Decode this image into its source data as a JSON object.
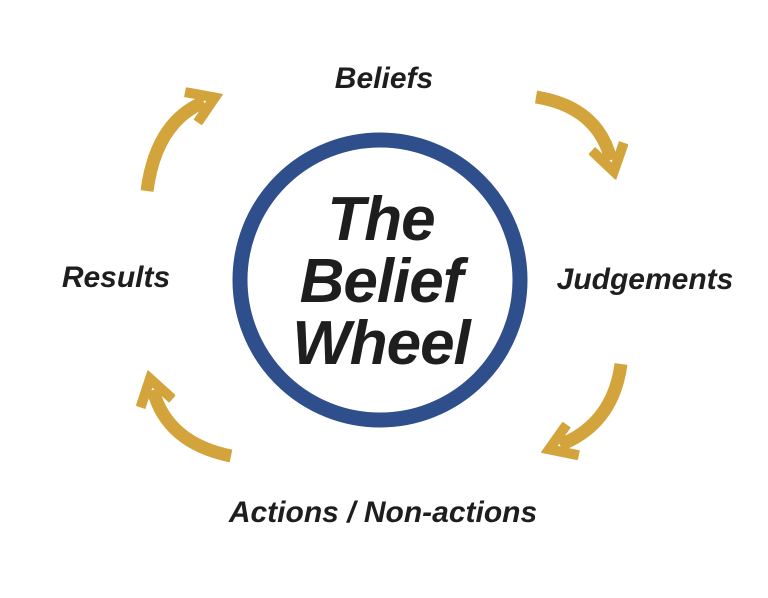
{
  "diagram": {
    "center": {
      "title": "The\nBelief\nWheel"
    },
    "labels": {
      "top": "Beliefs",
      "right": "Judgements",
      "bottom": "Actions / Non-actions",
      "left": "Results"
    },
    "arrows": [
      {
        "name": "results-to-beliefs",
        "position": "top-left",
        "direction": "up-right"
      },
      {
        "name": "beliefs-to-judgements",
        "position": "top-right",
        "direction": "down-right"
      },
      {
        "name": "judgements-to-actions",
        "position": "bottom-right",
        "direction": "down-left"
      },
      {
        "name": "actions-to-results",
        "position": "bottom-left",
        "direction": "up-left"
      }
    ],
    "colors": {
      "ring": "#2F4E8C",
      "arrow": "#D2A43B",
      "text": "#1E1E1E",
      "background": "#FFFFFF"
    }
  }
}
